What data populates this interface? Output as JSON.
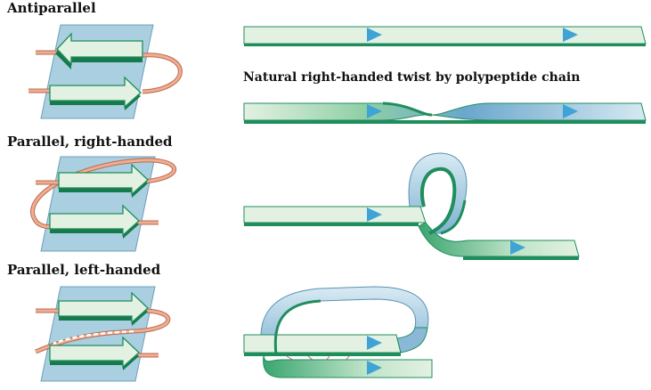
{
  "labels": {
    "antiparallel": "Antiparallel",
    "parallel_right": "Parallel, right-handed",
    "parallel_left": "Parallel, left-handed",
    "natural_twist": "Natural right-handed twist by polypeptide chain"
  },
  "colors": {
    "sheet_plane": "#a9cfe0",
    "plane_edge": "#6f9fb7",
    "strand_face": "#e3f1e2",
    "strand_edge": "#1f8d5c",
    "strand_dark": "#167a4c",
    "connector": "#f0ad92",
    "connector_edge": "#b86a50",
    "arrowhead": "#3fa3d6",
    "ribbon_blue": "#8ab9d8",
    "crosslink": "#d95a6a"
  },
  "icons": {
    "direction_marker": "triangle-arrow-icon"
  }
}
